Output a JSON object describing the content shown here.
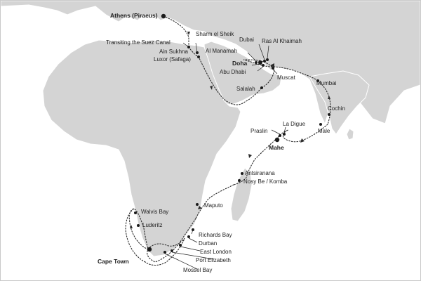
{
  "ports": {
    "athens": "Athens (Piraeus)",
    "sharm": "Sharm el Sheik",
    "suez": "Transiting the Suez Canal",
    "ain_sukhna": "Ain Sukhna",
    "luxor": "Luxor (Safaga)",
    "dubai": "Dubai",
    "ras": "Ras Al Khaimah",
    "manamah": "Al Manamah",
    "doha": "Doha",
    "abu_dhabi": "Abu Dhabi",
    "muscat": "Muscat",
    "salalah": "Salalah",
    "mumbai": "Mumbai",
    "cochin": "Cochin",
    "male": "Male",
    "la_digue": "La Digue",
    "praslin": "Praslin",
    "mahe": "Mahe",
    "antsiranana": "Antsiranana",
    "nosy_be": "Nosy Be / Komba",
    "maputo": "Maputo",
    "richards_bay": "Richards Bay",
    "durban": "Durban",
    "east_london": "East London",
    "port_elizabeth": "Port Elizabeth",
    "mossel_bay": "Mossel Bay",
    "cape_town": "Cape Town",
    "walvis_bay": "Walvis Bay",
    "luderitz": "Luderitz"
  },
  "colors": {
    "land": "#d4d4d4",
    "sea": "#ffffff",
    "route": "#2b2b2b",
    "port": "#1a1a1a"
  }
}
